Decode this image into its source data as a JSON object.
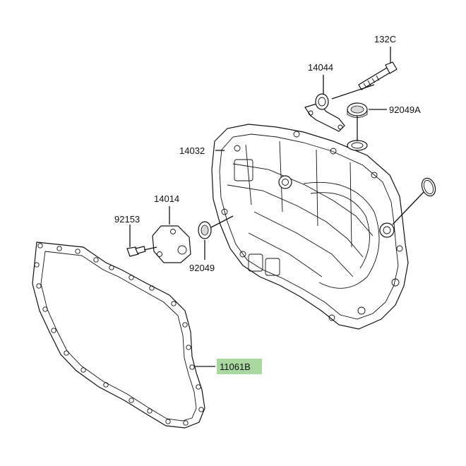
{
  "diagram": {
    "highlight_color": "#a8d8a0",
    "callouts": [
      {
        "id": "132c",
        "label": "132C"
      },
      {
        "id": "14044",
        "label": "14044"
      },
      {
        "id": "92049a",
        "label": "92049A"
      },
      {
        "id": "14032",
        "label": "14032"
      },
      {
        "id": "14014",
        "label": "14014"
      },
      {
        "id": "92153",
        "label": "92153"
      },
      {
        "id": "92049",
        "label": "92049"
      },
      {
        "id": "11061b",
        "label": "11061B",
        "highlighted": true
      }
    ]
  }
}
